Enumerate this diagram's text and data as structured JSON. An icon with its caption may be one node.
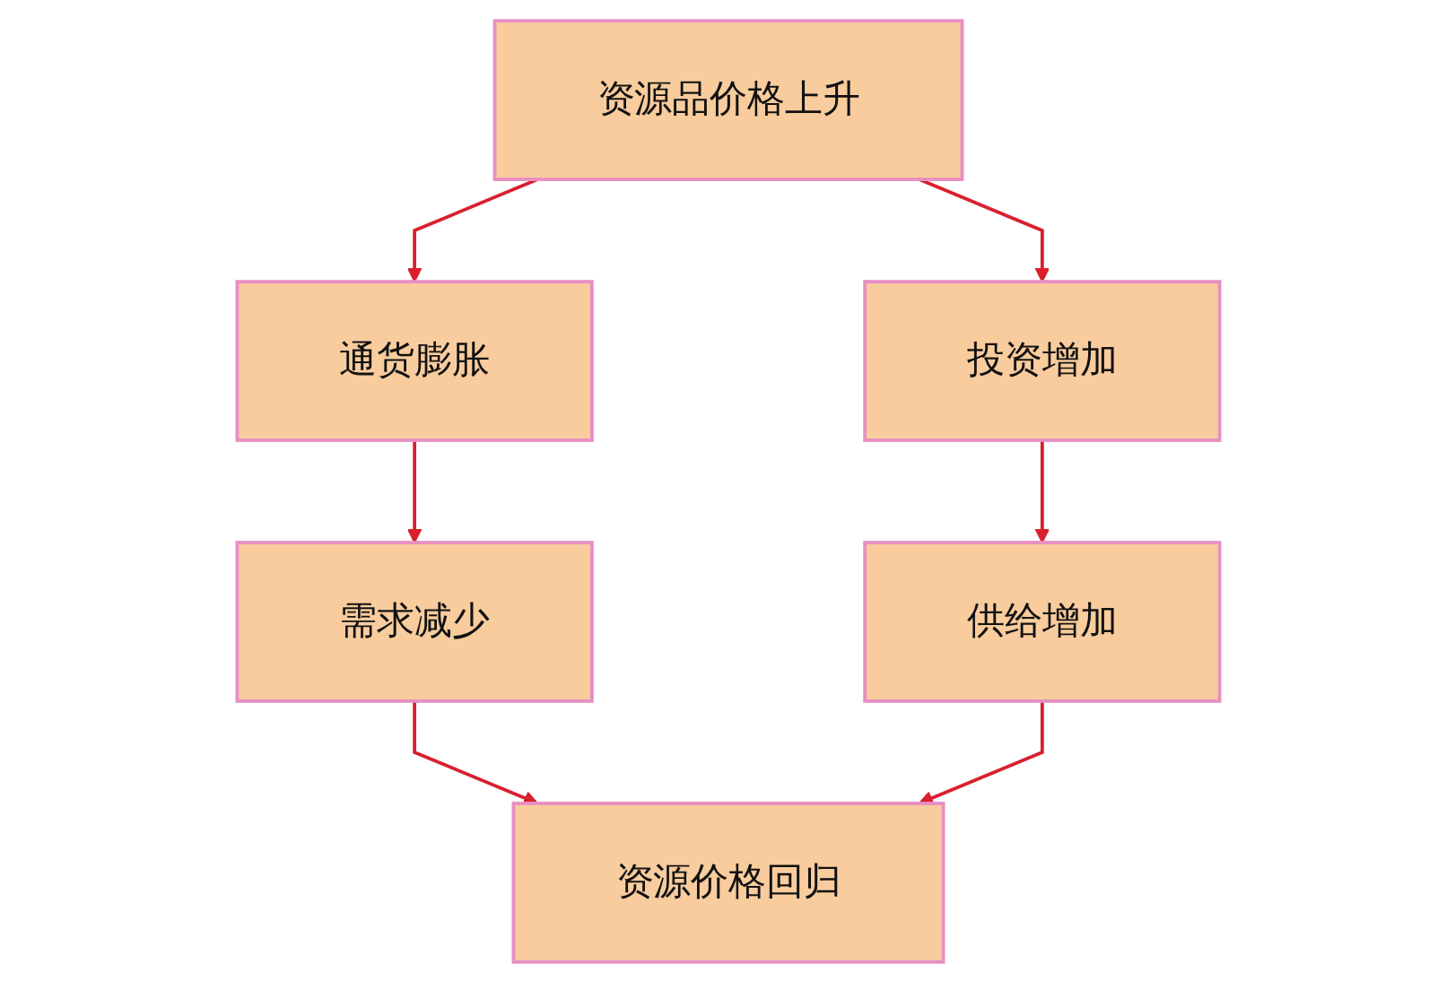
{
  "diagram": {
    "nodes": [
      {
        "text": [
          "资源品价格上升"
        ]
      },
      {
        "text": [
          "通货膨胀"
        ]
      },
      {
        "text": [
          "投资增加"
        ]
      },
      {
        "text": [
          "需求减少"
        ]
      },
      {
        "text": [
          "供给增加"
        ]
      },
      {
        "text": [
          "资源价格回归"
        ]
      }
    ],
    "edges": [
      {
        "from": 0,
        "to": 1,
        "arrow": "to"
      },
      {
        "from": 0,
        "to": 2,
        "arrow": "to"
      },
      {
        "from": 1,
        "to": 3,
        "arrow": "to"
      },
      {
        "from": 2,
        "to": 4,
        "arrow": "to"
      },
      {
        "from": 3,
        "to": 5,
        "arrow": "to"
      },
      {
        "from": 4,
        "to": 5,
        "arrow": "to"
      }
    ]
  }
}
